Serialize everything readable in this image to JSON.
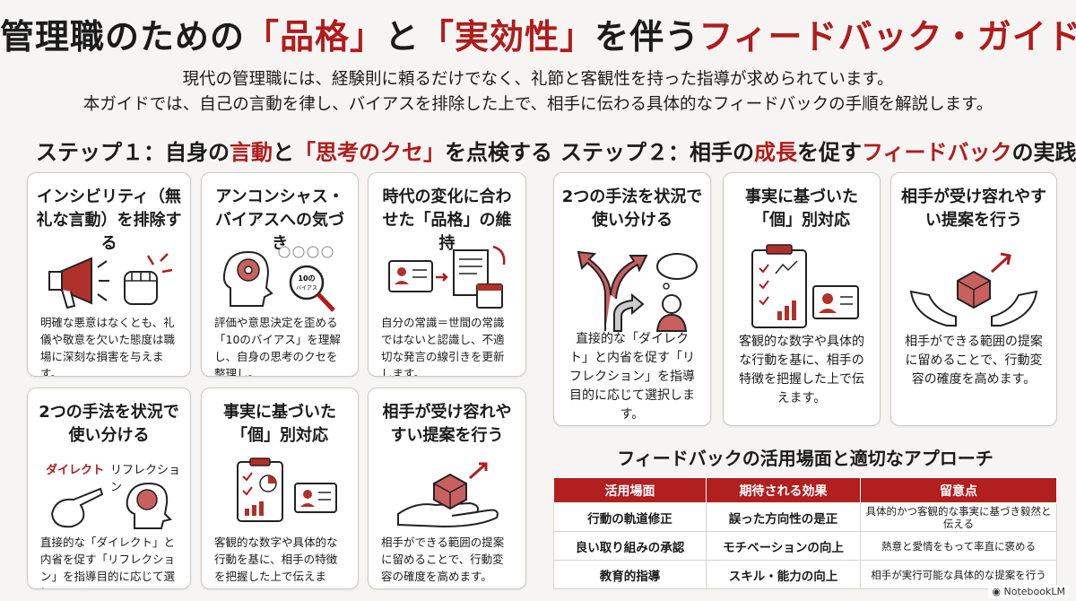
{
  "title": {
    "part1": "管理職のための",
    "part2": "「品格」",
    "part3": "と",
    "part4": "「実効性」",
    "part5": "を伴う",
    "part6": "フィードバック・ガイド"
  },
  "subtitle": {
    "line1": "現代の管理職には、経験則に頼るだけでなく、礼節と客観性を持った指導が求められています。",
    "line2": "本ガイドでは、自己の言動を律し、バイアスを排除した上で、相手に伝わる具体的なフィードバックの手順を解説します。"
  },
  "step1": {
    "heading": {
      "a": "ステップ１：自身の",
      "b": "言動",
      "c": "と",
      "d": "「思考のクセ」",
      "e": "を点検する"
    },
    "cards": [
      {
        "title": "インシビリティ（無礼な言動）を排除する",
        "body": "明確な悪意はなくとも、礼儀や敬意を欠いた態度は職場に深刻な損害を与えます。"
      },
      {
        "title": "アンコンシャス・バイアスへの気づき",
        "body": "評価や意思決定を歪める「10のバイアス」を理解し、自身の思考のクセを整理し。",
        "icon_text": "10の\nバイアス"
      },
      {
        "title": "時代の変化に合わせた「品格」の維持",
        "body": "自分の常識＝世間の常識ではないと認識し、不適切な発言の線引きを更新します。"
      },
      {
        "title": "2つの手法を状況で使い分ける",
        "body": "直接的な「ダイレクト」と内省を促す「リフレクション」を指導目的に応じて選択します。",
        "label_a": "ダイレクト",
        "label_b": "リフレクション"
      },
      {
        "title": "事実に基づいた「個」別対応",
        "body": "客観的な数字や具体的な行動を基に、相手の特徴を把握した上で伝えます。"
      },
      {
        "title": "相手が受け容れやすい提案を行う",
        "body": "相手ができる範囲の提案に留めることで、行動変容の確度を高めます。"
      }
    ]
  },
  "step2": {
    "heading": {
      "a": "ステップ２：相手の",
      "b": "成長",
      "c": "を促す",
      "d": "フィードバック",
      "e": "の実践"
    },
    "cards": [
      {
        "title": "2つの手法を状況で使い分ける",
        "body": "直接的な「ダイレクト」と内省を促す「リフレクション」を指導目的に応じて選択します。"
      },
      {
        "title": "事実に基づいた「個」別対応",
        "body": "客観的な数字や具体的な行動を基に、相手の特徴を把握した上で伝えます。"
      },
      {
        "title": "相手が受け容れやすい提案を行う",
        "body": "相手ができる範囲の提案に留めることで、行動変容の確度を高めます。"
      }
    ]
  },
  "table": {
    "title": "フィードバックの活用場面と適切なアプローチ",
    "headers": [
      "活用場面",
      "期待される効果",
      "留意点"
    ],
    "rows": [
      [
        "行動の軌道修正",
        "誤った方向性の是正",
        "具体的かつ客観的な事実に基づき毅然と伝える"
      ],
      [
        "良い取り組みの承認",
        "モチベーションの向上",
        "熱意と愛情をもって率直に褒める"
      ],
      [
        "教育的指導",
        "スキル・能力の向上",
        "相手が実行可能な具体的な提案を行う"
      ]
    ]
  },
  "brand": "NotebookLM",
  "colors": {
    "accent": "#b01c1c",
    "header_bg": "#b11f1f"
  }
}
